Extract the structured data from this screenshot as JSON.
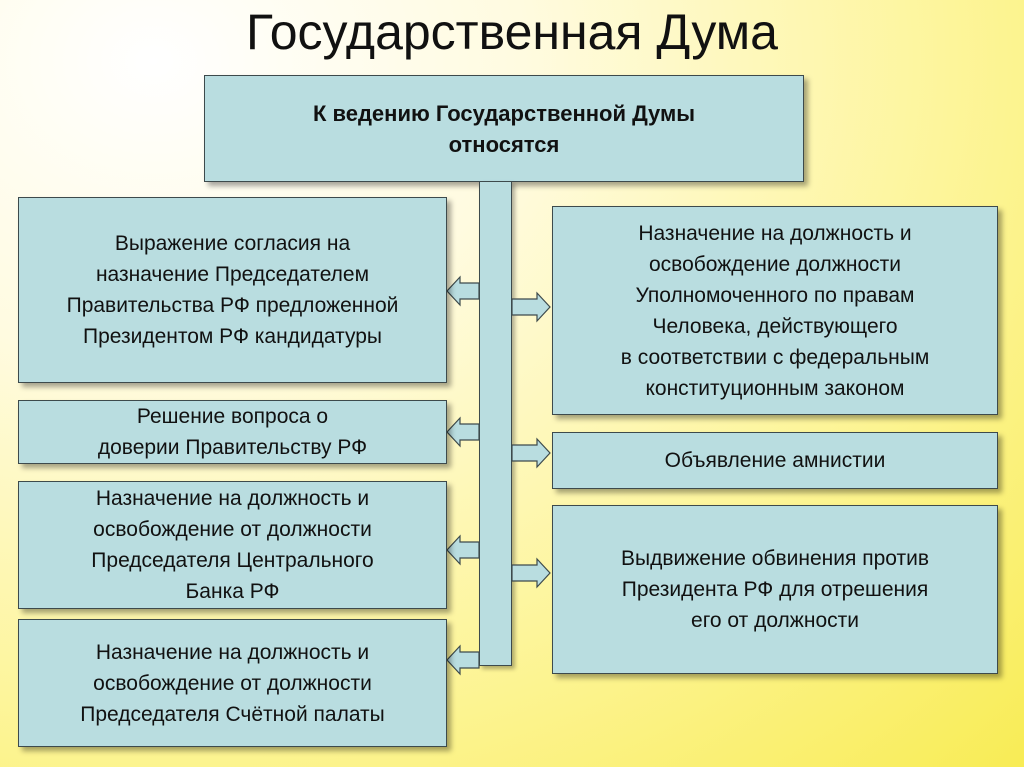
{
  "title": "Государственная Дума",
  "header": "К ведению Государственной Думы\nотносятся",
  "left_items": [
    "Выражение согласия на\nназначение Председателем\nПравительства РФ предложенной\nПрезидентом РФ кандидатуры",
    "Решение вопроса о\nдоверии Правительству РФ",
    "Назначение на должность и\nосвобождение от должности\nПредседателя Центрального\nБанка РФ",
    "Назначение на должность и\nосвобождение от должности\nПредседателя Счётной палаты"
  ],
  "right_items": [
    "Назначение на должность и\nосвобождение должности\nУполномоченного по правам\nЧеловека, действующего\nв соответствии с федеральным\nконституционным законом",
    "Объявление амнистии",
    "Выдвижение обвинения против\nПрезидента РФ для отрешения\nего от должности"
  ],
  "colors": {
    "box_fill": "#b9dde0",
    "box_border": "#3d4a4c",
    "background": "#f8ec55"
  }
}
